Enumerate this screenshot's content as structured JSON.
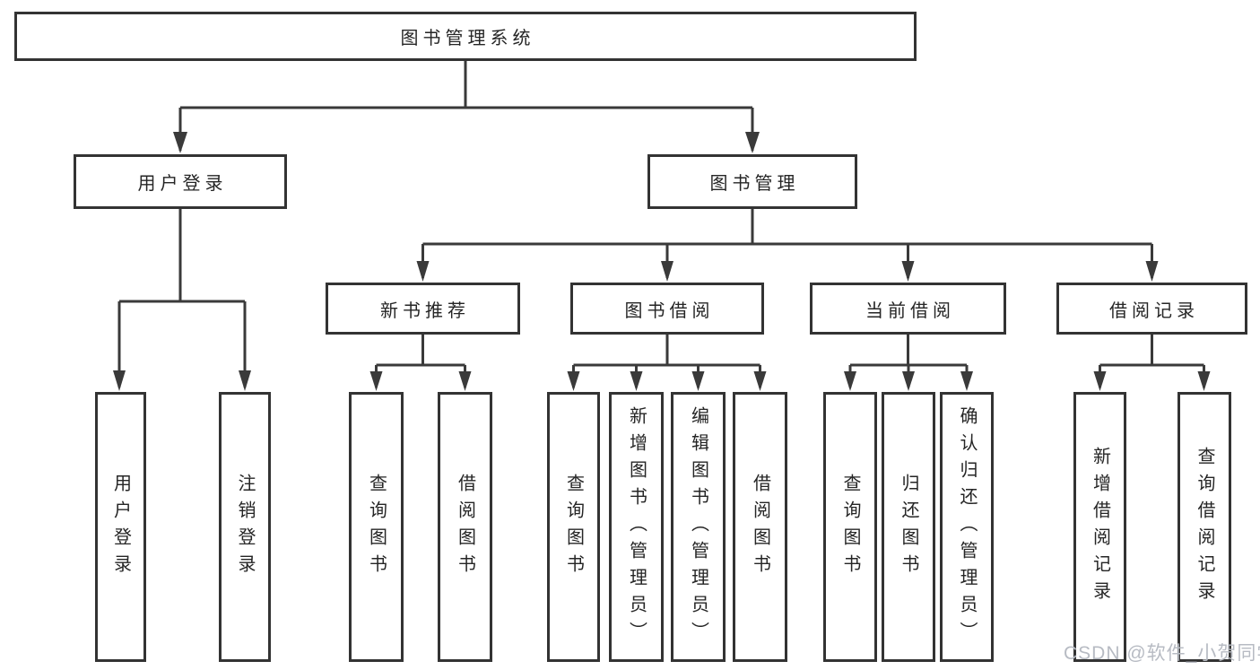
{
  "diagram_title": "图书管理系统",
  "tree": {
    "root": {
      "label": "图书管理系统",
      "children": [
        {
          "label": "用户登录",
          "children": [
            {
              "label": "用户登录"
            },
            {
              "label": "注销登录"
            }
          ]
        },
        {
          "label": "图书管理",
          "children": [
            {
              "label": "新书推荐",
              "children": [
                {
                  "label": "查询图书"
                },
                {
                  "label": "借阅图书"
                }
              ]
            },
            {
              "label": "图书借阅",
              "children": [
                {
                  "label": "查询图书"
                },
                {
                  "label": "新增图书（管理员）"
                },
                {
                  "label": "编辑图书（管理员）"
                },
                {
                  "label": "借阅图书"
                }
              ]
            },
            {
              "label": "当前借阅",
              "children": [
                {
                  "label": "查询图书"
                },
                {
                  "label": "归还图书"
                },
                {
                  "label": "确认归还（管理员）"
                }
              ]
            },
            {
              "label": "借阅记录",
              "children": [
                {
                  "label": "新增借阅记录"
                },
                {
                  "label": "查询借阅记录"
                }
              ]
            }
          ]
        }
      ]
    }
  },
  "watermark": {
    "text": "CSDN @软件_小贺同学"
  },
  "colors": {
    "line": "#3a3a3a",
    "box_border": "#333333",
    "text": "#252525",
    "watermark": "#b7bbc3",
    "background": "#ffffff"
  }
}
